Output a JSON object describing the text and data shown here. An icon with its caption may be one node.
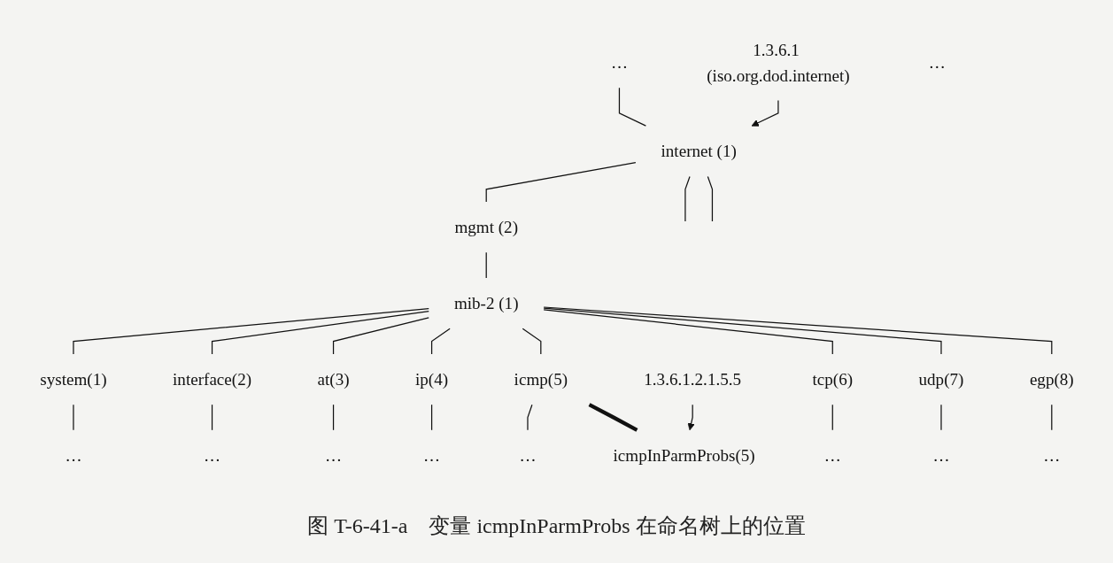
{
  "diagram": {
    "caption": "图 T-6-41-a　变量 icmpInParmProbs 在命名树上的位置",
    "nodes": [
      {
        "text": [
          "…"
        ]
      },
      {
        "text": [
          "internet (1)"
        ]
      },
      {
        "text": [
          "1.3.6.1 (iso.org.dod.internet)"
        ]
      },
      {
        "text": [
          "mgmt (2)"
        ]
      },
      {
        "text": [
          "mib-2 (1)"
        ]
      },
      {
        "text": [
          "system(1)"
        ]
      },
      {
        "text": [
          "interface(2)"
        ]
      },
      {
        "text": [
          "at(3)"
        ]
      },
      {
        "text": [
          "ip(4)"
        ]
      },
      {
        "text": [
          "icmp(5)"
        ]
      },
      {
        "text": [
          "tcp(6)"
        ]
      },
      {
        "text": [
          "udp(7)"
        ]
      },
      {
        "text": [
          "egp(8)"
        ]
      },
      {
        "text": [
          "…"
        ]
      },
      {
        "text": [
          "…"
        ]
      },
      {
        "text": [
          "…"
        ]
      },
      {
        "text": [
          "…"
        ]
      },
      {
        "text": [
          "…"
        ]
      },
      {
        "text": [
          "…"
        ]
      },
      {
        "text": [
          "…"
        ]
      },
      {
        "text": [
          "…"
        ]
      },
      {
        "text": [
          "…"
        ]
      },
      {
        "text": [
          "icmpInParmProbs(5)"
        ]
      },
      {
        "text": [
          "1.3.6.1.2.1.5.5"
        ]
      }
    ],
    "edges": [
      {
        "from": 0,
        "to": 1,
        "arrow": "none"
      },
      {
        "from": 2,
        "to": 1,
        "arrow": "to"
      },
      {
        "from": 1,
        "to": null,
        "arrow": "none"
      },
      {
        "from": 1,
        "to": 3,
        "arrow": "none"
      },
      {
        "from": 1,
        "to": null,
        "arrow": "none"
      },
      {
        "from": 3,
        "to": 4,
        "arrow": "none"
      },
      {
        "from": 4,
        "to": 5,
        "arrow": "none"
      },
      {
        "from": 4,
        "to": 6,
        "arrow": "none"
      },
      {
        "from": 4,
        "to": 7,
        "arrow": "none"
      },
      {
        "from": 4,
        "to": 8,
        "arrow": "none"
      },
      {
        "from": 4,
        "to": 9,
        "arrow": "none"
      },
      {
        "from": 4,
        "to": 10,
        "arrow": "none"
      },
      {
        "from": 4,
        "to": 11,
        "arrow": "none"
      },
      {
        "from": 4,
        "to": 12,
        "arrow": "none"
      },
      {
        "from": 5,
        "to": 14,
        "arrow": "none"
      },
      {
        "from": 6,
        "to": 15,
        "arrow": "none"
      },
      {
        "from": 7,
        "to": 16,
        "arrow": "none"
      },
      {
        "from": 8,
        "to": 17,
        "arrow": "none"
      },
      {
        "from": 9,
        "to": 18,
        "arrow": "none"
      },
      {
        "from": 10,
        "to": 19,
        "arrow": "none"
      },
      {
        "from": 11,
        "to": 20,
        "arrow": "none"
      },
      {
        "from": 12,
        "to": 21,
        "arrow": "none"
      },
      {
        "from": 9,
        "to": 22,
        "arrow": "none",
        "style": "thick"
      },
      {
        "from": 23,
        "to": 22,
        "arrow": "to"
      }
    ]
  }
}
